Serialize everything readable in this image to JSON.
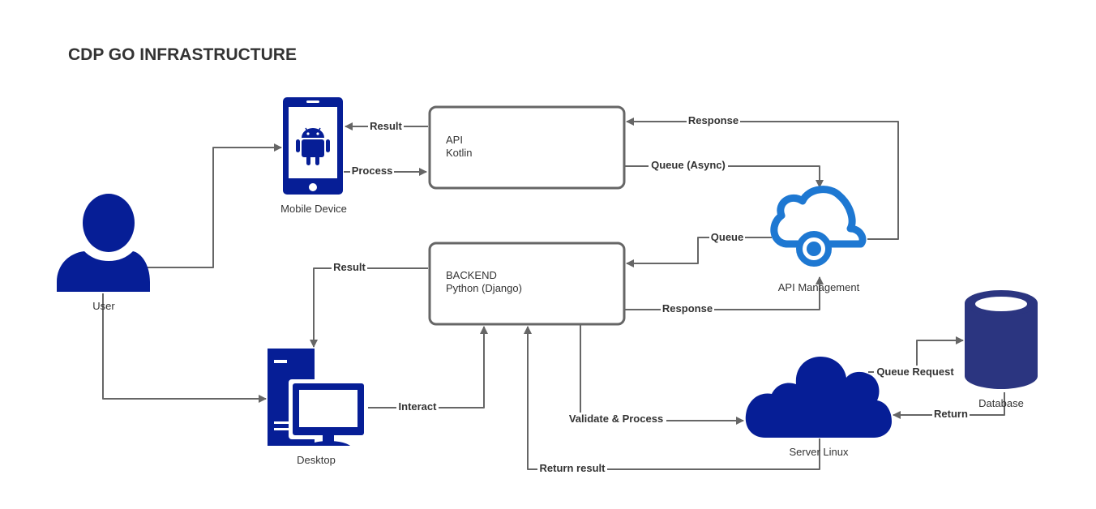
{
  "title": "CDP GO INFRASTRUCTURE",
  "colors": {
    "navy": "#061e96",
    "azure": "#1e78d2",
    "database": "#2b3580",
    "line": "#666666",
    "text": "#333333"
  },
  "nodes": {
    "user": {
      "label": "User",
      "icon": "person-icon"
    },
    "mobile": {
      "label": "Mobile Device",
      "icon": "android-phone-icon"
    },
    "desktop": {
      "label": "Desktop",
      "icon": "desktop-computer-icon"
    },
    "api_box": {
      "line1": "API",
      "line2": "Kotlin"
    },
    "backend_box": {
      "line1": "BACKEND",
      "line2": "Python (Django)"
    },
    "api_mgmt": {
      "label": "API Management",
      "icon": "azure-api-management-icon"
    },
    "server": {
      "label": "Server Linux",
      "icon": "cloud-icon"
    },
    "database": {
      "label": "Database",
      "icon": "database-cylinder-icon"
    }
  },
  "edges": {
    "api_result": "Result",
    "mobile_process": "Process",
    "mgmt_response": "Response",
    "api_queue_async": "Queue (Async)",
    "mgmt_queue": "Queue",
    "backend_result": "Result",
    "backend_response": "Response",
    "desktop_interact": "Interact",
    "validate_process": "Validate & Process",
    "return_result": "Return result",
    "queue_request": "Queue Request",
    "db_return": "Return"
  }
}
